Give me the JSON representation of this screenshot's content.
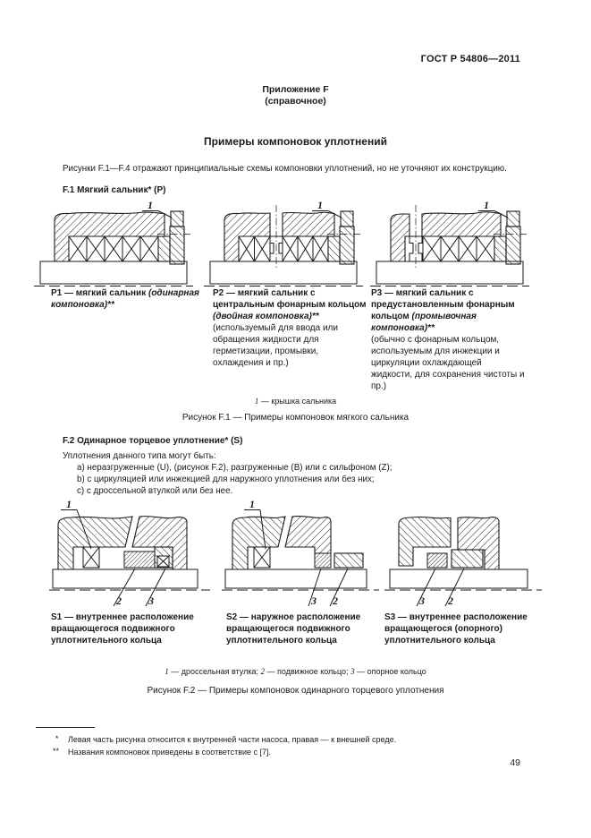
{
  "page": {
    "doc_number": "ГОСТ Р 54806—2011",
    "page_number": "49"
  },
  "appendix": {
    "title": "Приложение F",
    "subtitle": "(справочное)"
  },
  "main_title": "Примеры компоновок уплотнений",
  "intro": "Рисунки F.1—F.4 отражают принципиальные схемы компоновки уплотнений, но не уточняют их конструкцию.",
  "section_f1": {
    "heading": "F.1  Мягкий сальник* (P)",
    "captions": [
      {
        "bold": "P1 — мягкий сальник",
        "bold_italic": "(одинарная компоновка)**",
        "note": ""
      },
      {
        "bold": "P2 — мягкий сальник с центральным фонарным кольцом",
        "bold_italic": "(двойная компоновка)**",
        "note": "(используемый для ввода или обращения жидкости для герметизации, промывки, охлаждения и пр.)"
      },
      {
        "bold": "P3 — мягкий сальник с предустановленным фонарным кольцом",
        "bold_italic": "(промывочная компоновка)**",
        "note": "(обычно с фонарным кольцом, используемым для инжекции и циркуляции охлаждающей жидкости, для сохранения чистоты и пр.)"
      }
    ],
    "legend": {
      "num": "1",
      "text": " — крышка сальника"
    },
    "figure_caption": "Рисунок F.1 — Примеры компоновок мягкого сальника"
  },
  "section_f2": {
    "heading": "F.2  Одинарное торцевое уплотнение* (S)",
    "intro": "Уплотнения данного типа могут быть:",
    "items": [
      "a)  неразгруженные (U), (рисунок F.2), разгруженные (B) или с сильфоном (Z);",
      "b)  с циркуляцией или инжекцией для наружного уплотнения или без них;",
      "c)  с дроссельной втулкой или без нее."
    ],
    "captions": [
      "S1 — внутреннее расположение вращающегося подвижного уплотнительного кольца",
      "S2 — наружное расположение вращающегося подвижного уплотнительного кольца",
      "S3 — внутреннее расположение вращающегося (опорного) уплотнительного кольца"
    ],
    "legend": [
      {
        "num": "1",
        "text": " — дроссельная втулка; "
      },
      {
        "num": "2",
        "text": " — подвижное кольцо; "
      },
      {
        "num": "3",
        "text": " — опорное кольцо"
      }
    ],
    "figure_caption": "Рисунок F.2 — Примеры компоновок одинарного торцевого уплотнения"
  },
  "figure_labels": {
    "n1": "1",
    "n2": "2",
    "n3": "3"
  },
  "footnotes": [
    {
      "marker": "*",
      "text": "Левая часть рисунка относится к внутренней части насоса, правая — к внешней среде."
    },
    {
      "marker": "**",
      "text": "Названия компоновок приведены в соответствие с [7]."
    }
  ],
  "colors": {
    "ink": "#1a1a1a",
    "paper": "#ffffff"
  }
}
